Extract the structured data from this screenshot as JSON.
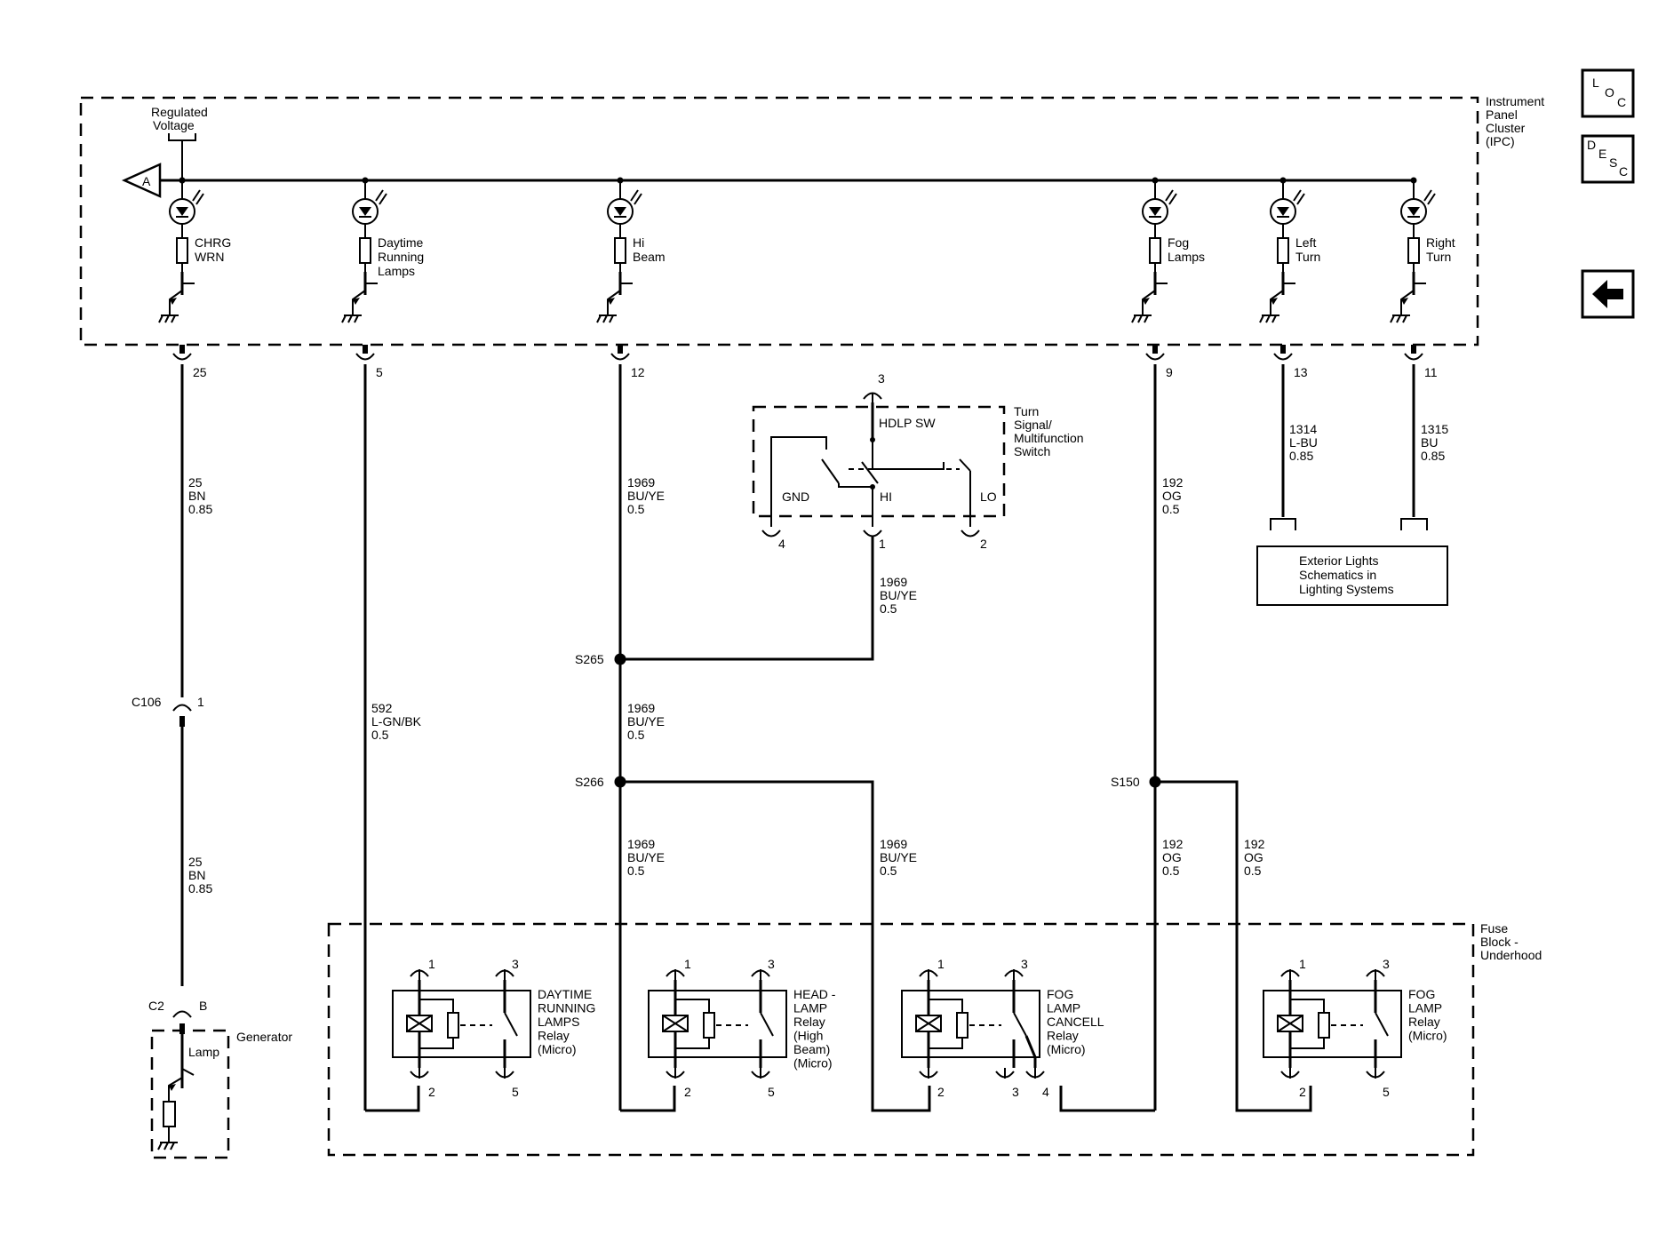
{
  "ipc": {
    "title": [
      "Instrument",
      "Panel",
      "Cluster",
      "(IPC)"
    ],
    "regulated_voltage": [
      "Regulated",
      "Voltage"
    ],
    "ref_a": "A",
    "lamps": [
      {
        "label": [
          "CHRG",
          "WRN"
        ],
        "pin": "25"
      },
      {
        "label": [
          "Daytime",
          "Running",
          "Lamps"
        ],
        "pin": "5"
      },
      {
        "label": [
          "Hi",
          "Beam"
        ],
        "pin": "12"
      },
      {
        "label": [
          "Fog",
          "Lamps"
        ],
        "pin": "9"
      },
      {
        "label": [
          "Left",
          "Turn"
        ],
        "pin": "13"
      },
      {
        "label": [
          "Right",
          "Turn"
        ],
        "pin": "11"
      }
    ]
  },
  "wires": {
    "w25_top": [
      "25",
      "BN",
      "0.85"
    ],
    "w25_bottom": [
      "25",
      "BN",
      "0.85"
    ],
    "w592": [
      "592",
      "L-GN/BK",
      "0.5"
    ],
    "w1969_a": [
      "1969",
      "BU/YE",
      "0.5"
    ],
    "w1969_sw": [
      "1969",
      "BU/YE",
      "0.5"
    ],
    "w1969_b": [
      "1969",
      "BU/YE",
      "0.5"
    ],
    "w1969_c": [
      "1969",
      "BU/YE",
      "0.5"
    ],
    "w1969_d": [
      "1969",
      "BU/YE",
      "0.5"
    ],
    "w192_a": [
      "192",
      "OG",
      "0.5"
    ],
    "w192_b": [
      "192",
      "OG",
      "0.5"
    ],
    "w192_c": [
      "192",
      "OG",
      "0.5"
    ],
    "w1314": [
      "1314",
      "L-BU",
      "0.85"
    ],
    "w1315": [
      "1315",
      "BU",
      "0.85"
    ]
  },
  "splices": {
    "s265": "S265",
    "s266": "S266",
    "s150": "S150"
  },
  "connectors": {
    "c106": "C106",
    "c106_pin": "1",
    "c2": "C2",
    "c2_pin": "B"
  },
  "turn_switch": {
    "title": [
      "Turn",
      "Signal/",
      "Multifunction",
      "Switch"
    ],
    "hdlp": "HDLP SW",
    "gnd": "GND",
    "hi": "HI",
    "lo": "LO",
    "pin_top": "3",
    "pin_gnd": "4",
    "pin_hi": "1",
    "pin_lo": "2"
  },
  "exterior_lights": [
    "Exterior Lights",
    "Schematics in",
    "Lighting Systems"
  ],
  "generator": {
    "title": "Generator",
    "lamp": "Lamp"
  },
  "fuse_block": {
    "title": [
      "Fuse",
      "Block -",
      "Underhood"
    ]
  },
  "relays": [
    {
      "label": [
        "DAYTIME",
        "RUNNING",
        "LAMPS",
        "Relay",
        "(Micro)"
      ],
      "pins": [
        "1",
        "3",
        "2",
        "5"
      ]
    },
    {
      "label": [
        "HEAD -",
        "LAMP",
        "Relay",
        "(High",
        "Beam)",
        "(Micro)"
      ],
      "pins": [
        "1",
        "3",
        "2",
        "5"
      ]
    },
    {
      "label": [
        "FOG",
        "LAMP",
        "CANCELL",
        "Relay",
        "(Micro)"
      ],
      "pins": [
        "1",
        "3",
        "2",
        "3",
        "4"
      ]
    },
    {
      "label": [
        "FOG",
        "LAMP",
        "Relay",
        "(Micro)"
      ],
      "pins": [
        "1",
        "3",
        "2",
        "5"
      ]
    }
  ],
  "nav": {
    "loc": [
      "L",
      "O",
      "C"
    ],
    "desc": [
      "D",
      "E",
      "S",
      "C"
    ]
  }
}
